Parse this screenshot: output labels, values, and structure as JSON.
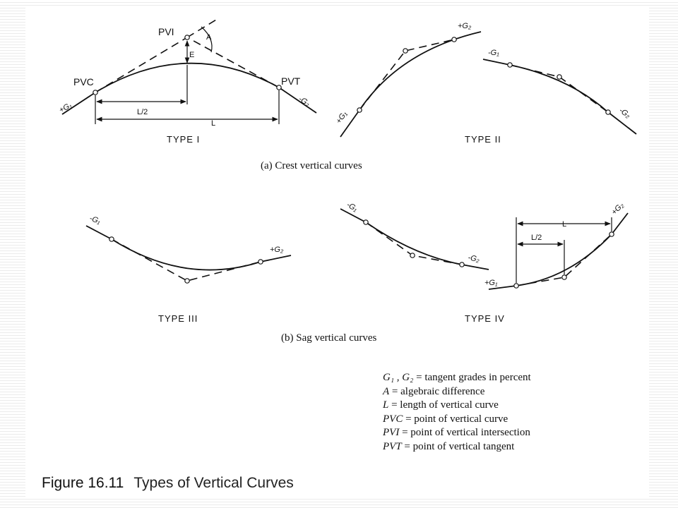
{
  "crest": {
    "subcaption": "(a)  Crest vertical curves",
    "type1": {
      "label": "TYPE I",
      "pvc": "PVC",
      "pvi": "PVI",
      "pvt": "PVT",
      "a": "A",
      "e": "E",
      "g1": "+G₁",
      "g2": "-G₂",
      "half_l": "L/2",
      "l": "L"
    },
    "type2": {
      "label": "TYPE II",
      "g1_left": "+G₁",
      "g2_left": "+G₂",
      "g1_right": "-G₁",
      "g2_right": "-G₂"
    }
  },
  "sag": {
    "subcaption": "(b)  Sag vertical curves",
    "type3": {
      "label": "TYPE III",
      "g1": "-G₁",
      "g2": "+G₂"
    },
    "type4": {
      "label": "TYPE IV",
      "g1_left": "-G₁",
      "g2_left": "-G₂",
      "g1_right": "+G₁",
      "g2_right": "+G₂",
      "l": "L",
      "half_l": "L/2"
    }
  },
  "legend": [
    {
      "term": "G₁ , G₂",
      "definition": "= tangent grades in percent"
    },
    {
      "term": "A",
      "definition": "= algebraic difference"
    },
    {
      "term": "L",
      "definition": "= length of vertical curve"
    },
    {
      "term": "PVC",
      "definition": "= point of vertical curve"
    },
    {
      "term": "PVI",
      "definition": "= point of vertical intersection"
    },
    {
      "term": "PVT",
      "definition": "= point of vertical tangent"
    }
  ],
  "caption": {
    "figure_number": "Figure 16.11",
    "title": "Types of Vertical Curves"
  }
}
